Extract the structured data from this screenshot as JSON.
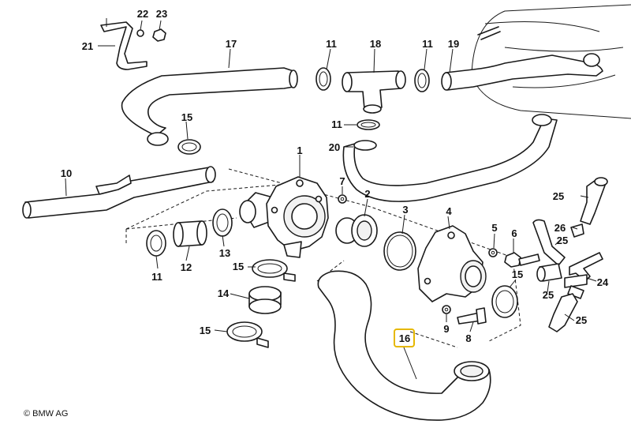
{
  "diagram": {
    "highlight_color": "#e6b800",
    "highlighted_part": "16",
    "callouts": {
      "c1": "1",
      "c2": "2",
      "c3": "3",
      "c4": "4",
      "c5": "5",
      "c6": "6",
      "c7": "7",
      "c8": "8",
      "c9": "9",
      "c10": "10",
      "c11a": "11",
      "c11b": "11",
      "c11c": "11",
      "c11d": "11",
      "c12": "12",
      "c13": "13",
      "c14": "14",
      "c15a": "15",
      "c15b": "15",
      "c15c": "15",
      "c15d": "15",
      "c16": "16",
      "c17": "17",
      "c18": "18",
      "c19": "19",
      "c20": "20",
      "c21": "21",
      "c22": "22",
      "c23": "23",
      "c24": "24",
      "c25a": "25",
      "c25b": "25",
      "c25c": "25",
      "c25d": "25",
      "c26": "26"
    }
  },
  "footer": {
    "copyright": "© BMW AG"
  }
}
